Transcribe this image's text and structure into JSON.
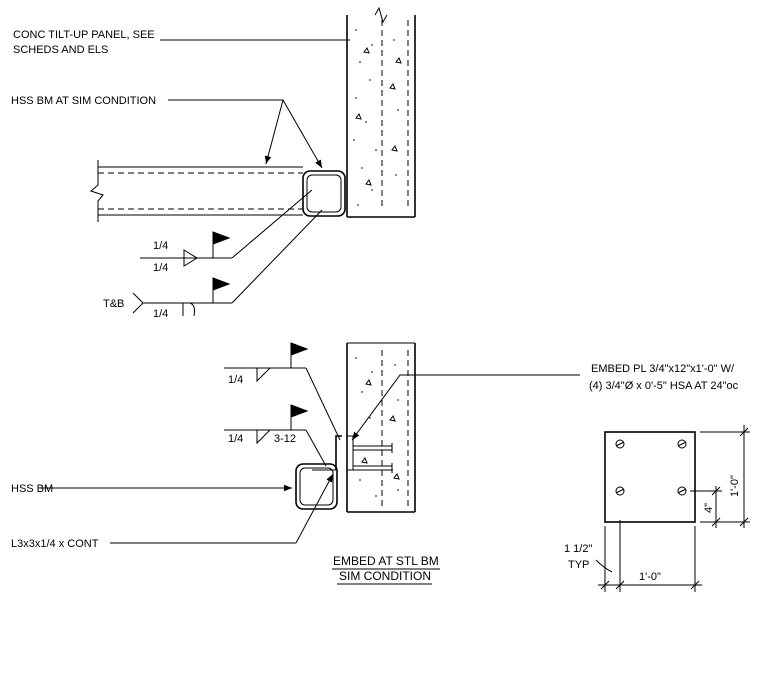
{
  "callouts": {
    "panel": "CONC TILT-UP PANEL, SEE",
    "panel_2": "SCHEDS AND ELS",
    "hss_sim": "HSS BM AT SIM CONDITION",
    "weld_top_a": "1/4",
    "weld_top_b": "1/4",
    "tb": "T&B",
    "weld_tb": "1/4",
    "embed_1": "EMBED PL 3/4\"x12\"x1'-0\" W/",
    "embed_2": "(4) 3/4\"Ø x 0'-5\" HSA AT 24\"oc",
    "weld_bot_1": "1/4",
    "weld_bot_2": "1/4",
    "weld_bot_pitch": "3-12",
    "hss_bm": "HSS BM",
    "angle": "L3x3x1/4 x CONT"
  },
  "titles": {
    "line1": "EMBED AT STL BM",
    "line2": "SIM CONDITION"
  },
  "plate_dims": {
    "width": "1'-0\"",
    "height": "1'-0\"",
    "bolt_spacing": "4\"",
    "edge": "1 1/2\"",
    "typ": "TYP"
  }
}
